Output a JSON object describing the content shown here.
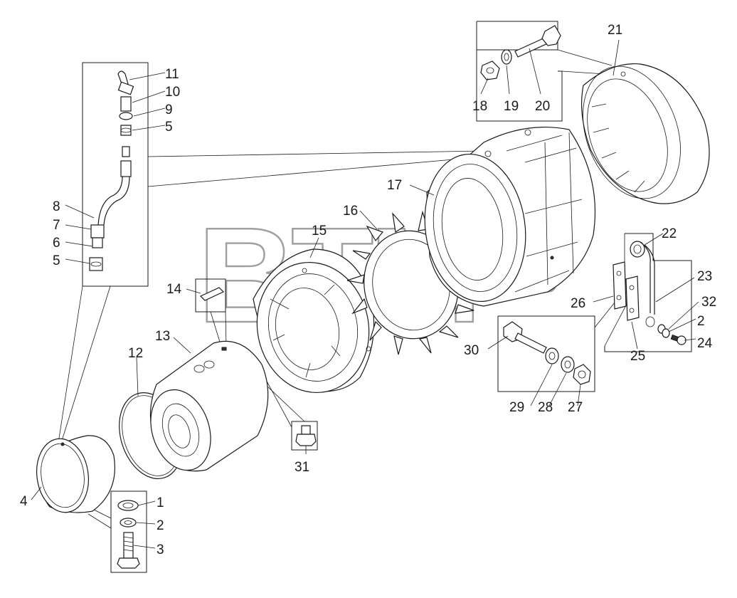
{
  "watermark": {
    "text": "BTM",
    "mark": "®"
  },
  "part_numbers": [
    "1",
    "2",
    "3",
    "4",
    "5",
    "6",
    "7",
    "8",
    "9",
    "10",
    "11",
    "12",
    "13",
    "14",
    "15",
    "16",
    "17",
    "18",
    "19",
    "20",
    "21",
    "22",
    "23",
    "24",
    "25",
    "26",
    "27",
    "28",
    "29",
    "30",
    "31",
    "32"
  ],
  "labels": {
    "p1": "1",
    "p2a": "2",
    "p2b": "2",
    "p3": "3",
    "p4": "4",
    "p5a": "5",
    "p5b": "5",
    "p6": "6",
    "p7": "7",
    "p8": "8",
    "p9": "9",
    "p10": "10",
    "p11": "11",
    "p12": "12",
    "p13": "13",
    "p14": "14",
    "p15": "15",
    "p16": "16",
    "p17": "17",
    "p18": "18",
    "p19": "19",
    "p20": "20",
    "p21": "21",
    "p22": "22",
    "p23": "23",
    "p24": "24",
    "p25": "25",
    "p26": "26",
    "p27": "27",
    "p28": "28",
    "p29": "29",
    "p30": "30",
    "p31": "31",
    "p32": "32"
  }
}
